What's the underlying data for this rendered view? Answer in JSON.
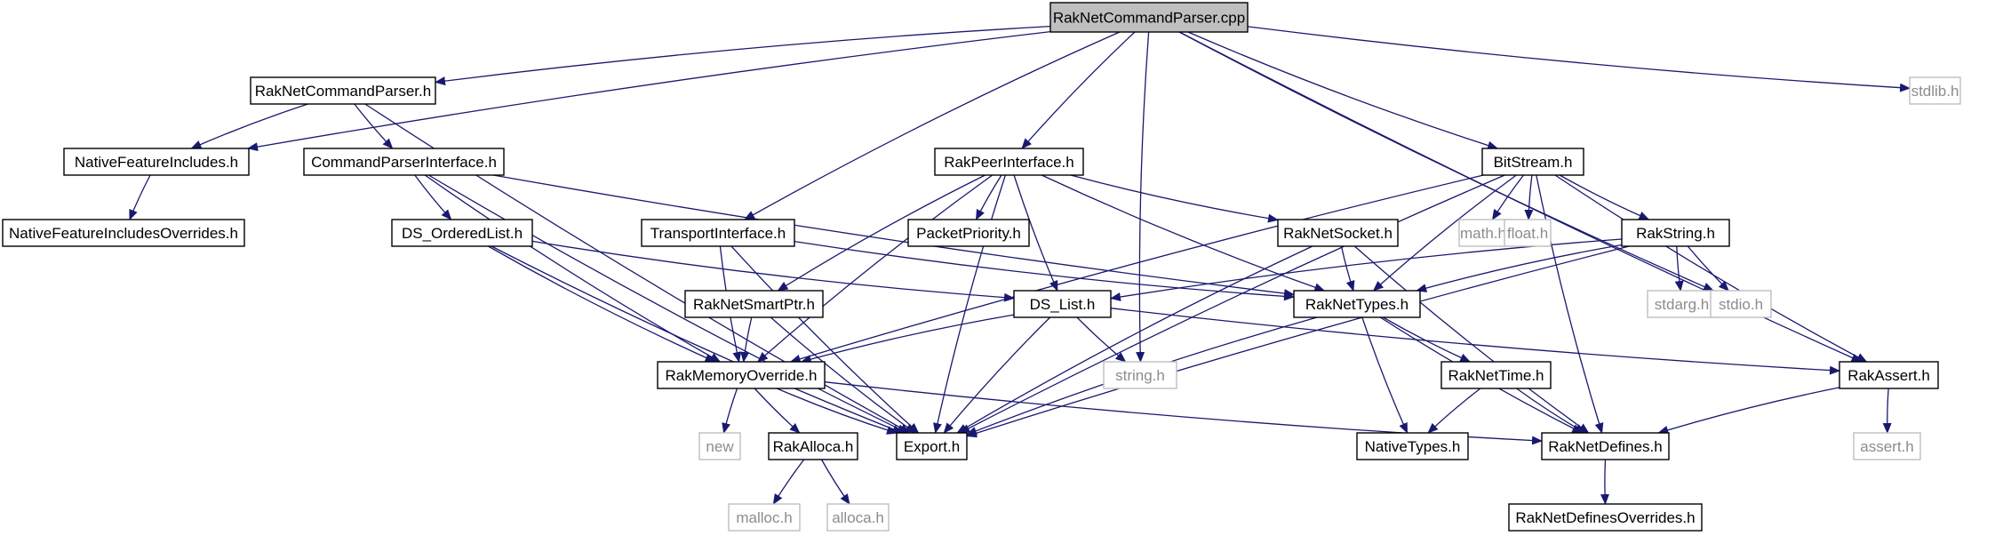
{
  "diagram": {
    "nodes": [
      {
        "id": "root",
        "label": "RakNetCommandParser.cpp",
        "kind": "root"
      },
      {
        "id": "stdlib",
        "label": "stdlib.h",
        "kind": "ext"
      },
      {
        "id": "rncp_h",
        "label": "RakNetCommandParser.h",
        "kind": "int"
      },
      {
        "id": "nfi",
        "label": "NativeFeatureIncludes.h",
        "kind": "int"
      },
      {
        "id": "nfio",
        "label": "NativeFeatureIncludesOverrides.h",
        "kind": "int"
      },
      {
        "id": "cpi",
        "label": "CommandParserInterface.h",
        "kind": "int"
      },
      {
        "id": "rpi",
        "label": "RakPeerInterface.h",
        "kind": "int"
      },
      {
        "id": "bs",
        "label": "BitStream.h",
        "kind": "int"
      },
      {
        "id": "dsol",
        "label": "DS_OrderedList.h",
        "kind": "int"
      },
      {
        "id": "ti",
        "label": "TransportInterface.h",
        "kind": "int"
      },
      {
        "id": "pp",
        "label": "PacketPriority.h",
        "kind": "int"
      },
      {
        "id": "rns",
        "label": "RakNetSocket.h",
        "kind": "int"
      },
      {
        "id": "math",
        "label": "math.h",
        "kind": "ext"
      },
      {
        "id": "float",
        "label": "float.h",
        "kind": "ext"
      },
      {
        "id": "rstr",
        "label": "RakString.h",
        "kind": "int"
      },
      {
        "id": "rnsp",
        "label": "RakNetSmartPtr.h",
        "kind": "int"
      },
      {
        "id": "dsl",
        "label": "DS_List.h",
        "kind": "int"
      },
      {
        "id": "rnt",
        "label": "RakNetTypes.h",
        "kind": "int"
      },
      {
        "id": "stdarg",
        "label": "stdarg.h",
        "kind": "ext"
      },
      {
        "id": "stdio",
        "label": "stdio.h",
        "kind": "ext"
      },
      {
        "id": "string",
        "label": "string.h",
        "kind": "ext"
      },
      {
        "id": "rmo",
        "label": "RakMemoryOverride.h",
        "kind": "int"
      },
      {
        "id": "rntime",
        "label": "RakNetTime.h",
        "kind": "int"
      },
      {
        "id": "ra",
        "label": "RakAssert.h",
        "kind": "int"
      },
      {
        "id": "new",
        "label": "new",
        "kind": "ext"
      },
      {
        "id": "ralloca",
        "label": "RakAlloca.h",
        "kind": "int"
      },
      {
        "id": "export",
        "label": "Export.h",
        "kind": "int"
      },
      {
        "id": "nt",
        "label": "NativeTypes.h",
        "kind": "int"
      },
      {
        "id": "rnd",
        "label": "RakNetDefines.h",
        "kind": "int"
      },
      {
        "id": "assert",
        "label": "assert.h",
        "kind": "ext"
      },
      {
        "id": "malloc",
        "label": "malloc.h",
        "kind": "ext"
      },
      {
        "id": "alloca",
        "label": "alloca.h",
        "kind": "ext"
      },
      {
        "id": "rndo",
        "label": "RakNetDefinesOverrides.h",
        "kind": "int"
      }
    ],
    "edges": [
      [
        "root",
        "nfi"
      ],
      [
        "root",
        "rncp_h"
      ],
      [
        "root",
        "ti"
      ],
      [
        "root",
        "rpi"
      ],
      [
        "root",
        "string"
      ],
      [
        "root",
        "bs"
      ],
      [
        "root",
        "stdio"
      ],
      [
        "root",
        "ra"
      ],
      [
        "root",
        "stdlib"
      ],
      [
        "rncp_h",
        "nfi"
      ],
      [
        "rncp_h",
        "cpi"
      ],
      [
        "rncp_h",
        "export"
      ],
      [
        "nfi",
        "nfio"
      ],
      [
        "cpi",
        "dsol"
      ],
      [
        "cpi",
        "rnt"
      ],
      [
        "cpi",
        "rmo"
      ],
      [
        "cpi",
        "export"
      ],
      [
        "rpi",
        "pp"
      ],
      [
        "rpi",
        "rns"
      ],
      [
        "rpi",
        "rnt"
      ],
      [
        "rpi",
        "dsl"
      ],
      [
        "rpi",
        "rnsp"
      ],
      [
        "rpi",
        "rmo"
      ],
      [
        "rpi",
        "export"
      ],
      [
        "bs",
        "math"
      ],
      [
        "bs",
        "float"
      ],
      [
        "bs",
        "rstr"
      ],
      [
        "bs",
        "rnt"
      ],
      [
        "bs",
        "ra"
      ],
      [
        "bs",
        "rnd"
      ],
      [
        "bs",
        "rmo"
      ],
      [
        "bs",
        "export"
      ],
      [
        "dsol",
        "dsl"
      ],
      [
        "dsol",
        "rmo"
      ],
      [
        "dsol",
        "export"
      ],
      [
        "ti",
        "rnt"
      ],
      [
        "ti",
        "rmo"
      ],
      [
        "ti",
        "export"
      ],
      [
        "rns",
        "rnt"
      ],
      [
        "rns",
        "export"
      ],
      [
        "rns",
        "rnd"
      ],
      [
        "rstr",
        "stdarg"
      ],
      [
        "rstr",
        "stdio"
      ],
      [
        "rstr",
        "rnt"
      ],
      [
        "rstr",
        "dsl"
      ],
      [
        "rstr",
        "export"
      ],
      [
        "rnsp",
        "rmo"
      ],
      [
        "rnsp",
        "export"
      ],
      [
        "dsl",
        "string"
      ],
      [
        "dsl",
        "ra"
      ],
      [
        "dsl",
        "rmo"
      ],
      [
        "dsl",
        "export"
      ],
      [
        "rnt",
        "rntime"
      ],
      [
        "rnt",
        "nt"
      ],
      [
        "rnt",
        "rnd"
      ],
      [
        "rnt",
        "export"
      ],
      [
        "rmo",
        "new"
      ],
      [
        "rmo",
        "ralloca"
      ],
      [
        "rmo",
        "export"
      ],
      [
        "rmo",
        "rnd"
      ],
      [
        "rntime",
        "nt"
      ],
      [
        "rntime",
        "rnd"
      ],
      [
        "ra",
        "assert"
      ],
      [
        "ra",
        "rnd"
      ],
      [
        "ralloca",
        "malloc"
      ],
      [
        "ralloca",
        "alloca"
      ],
      [
        "rnd",
        "rndo"
      ]
    ]
  }
}
